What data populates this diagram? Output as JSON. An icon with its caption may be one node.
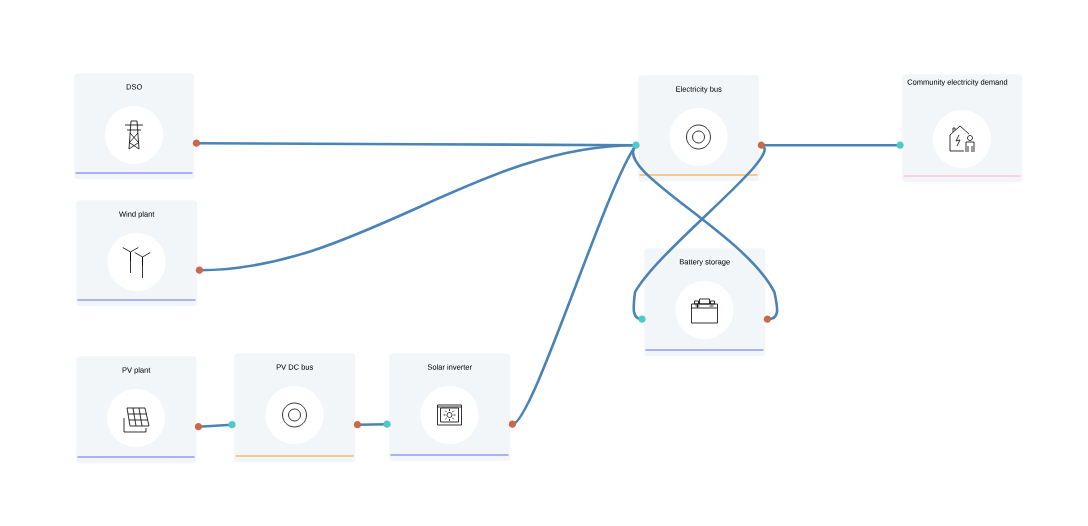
{
  "diagram": {
    "nodes": [
      {
        "text": [
          "DSO"
        ]
      },
      {
        "text": [
          "Wind plant"
        ]
      },
      {
        "text": [
          "Electricity bus"
        ]
      },
      {
        "text": [
          "Community electricity demand"
        ]
      },
      {
        "text": [
          "Battery storage"
        ]
      },
      {
        "text": [
          "PV plant"
        ]
      },
      {
        "text": [
          "PV DC bus"
        ]
      },
      {
        "text": [
          "Solar inverter"
        ]
      }
    ],
    "edges": [
      {
        "from": 0,
        "to": 2,
        "arrow": "none"
      },
      {
        "from": 1,
        "to": 2,
        "arrow": "none"
      },
      {
        "from": 2,
        "to": 3,
        "arrow": "none"
      },
      {
        "from": 2,
        "to": 4,
        "arrow": "none"
      },
      {
        "from": 4,
        "to": 2,
        "arrow": "none"
      },
      {
        "from": 5,
        "to": 6,
        "arrow": "none"
      },
      {
        "from": 6,
        "to": 7,
        "arrow": "none"
      },
      {
        "from": 7,
        "to": 2,
        "arrow": "none"
      }
    ]
  }
}
